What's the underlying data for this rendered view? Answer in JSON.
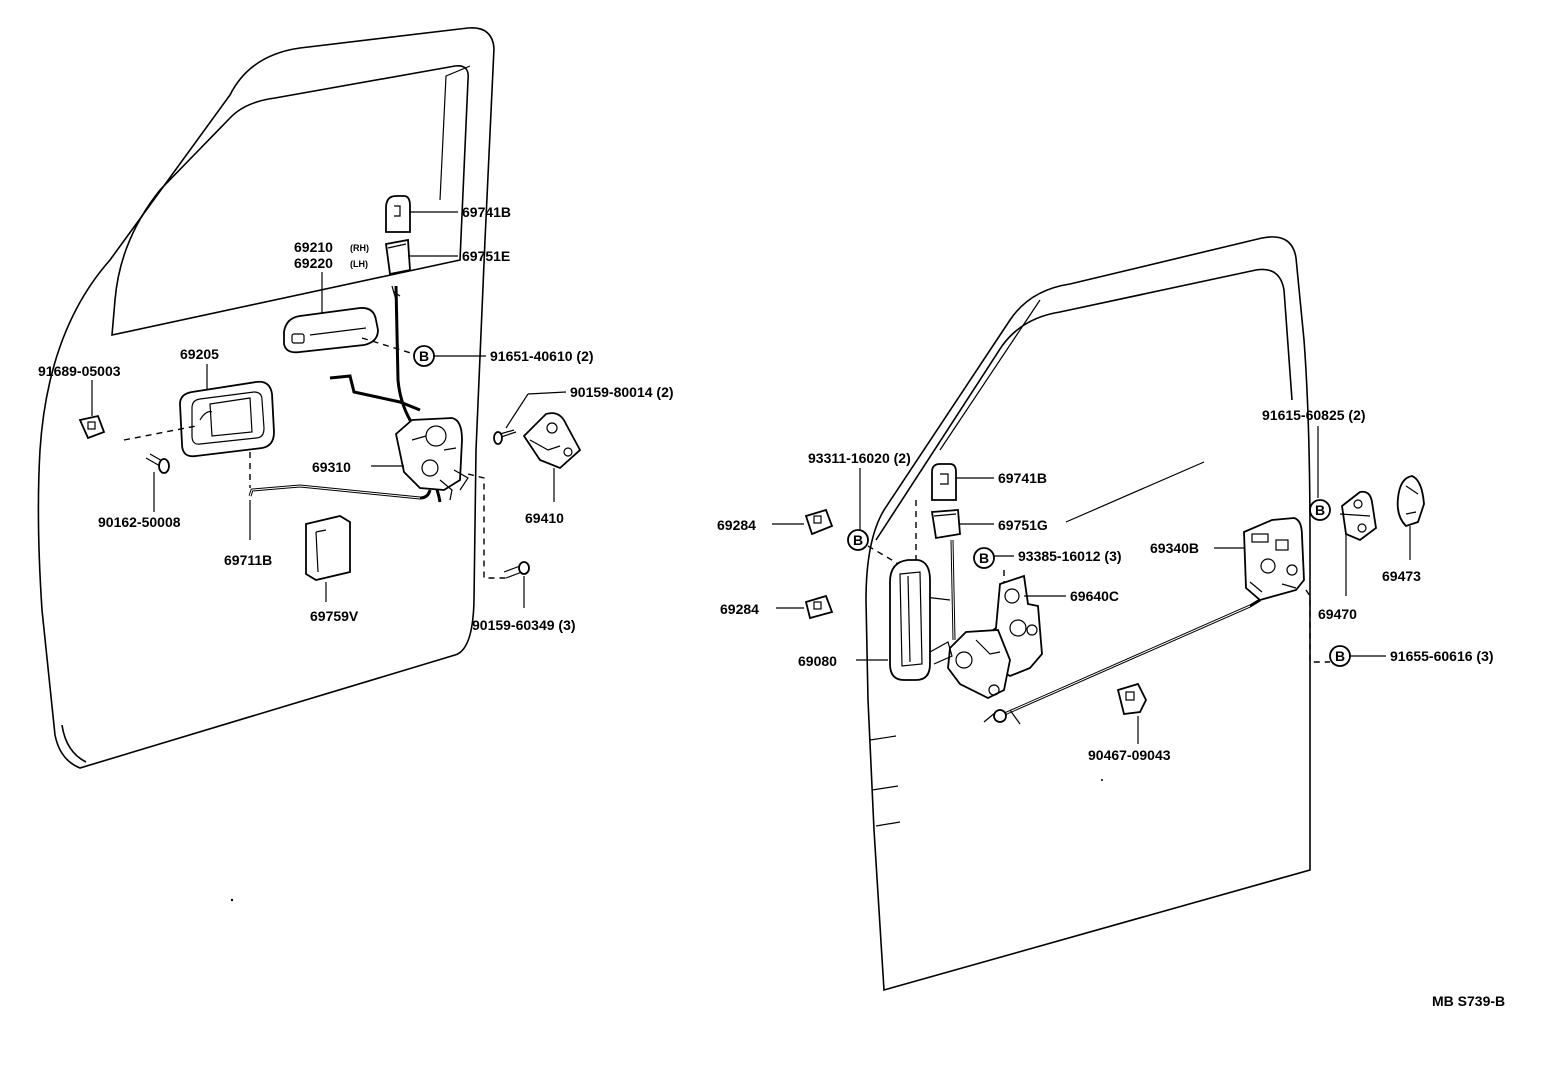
{
  "labels": {
    "p69741b_front": "69741B",
    "p69751e": "69751E",
    "p69210": "69210",
    "p69210_side": "(RH)",
    "p69220": "69220",
    "p69220_side": "(LH)",
    "p91651": "91651-40610 (2)",
    "p91689": "91689-05003",
    "p69205": "69205",
    "p90159_80014": "90159-80014 (2)",
    "p69310": "69310",
    "p69410": "69410",
    "p90162": "90162-50008",
    "p69711b": "69711B",
    "p69759v": "69759V",
    "p90159_60349": "90159-60349 (3)",
    "p93311": "93311-16020 (2)",
    "p69741b_rear": "69741B",
    "p69751g": "69751G",
    "p93385": "93385-16012 (3)",
    "p69640c": "69640C",
    "p69284_top": "69284",
    "p69284_bottom": "69284",
    "p69080": "69080",
    "p90467": "90467-09043",
    "p91615": "91615-60825 (2)",
    "p69340b": "69340B",
    "p69470": "69470",
    "p69473": "69473",
    "p91655": "91655-60616 (3)",
    "drawing_code": "MB S739-B"
  },
  "ref_mark": "B"
}
